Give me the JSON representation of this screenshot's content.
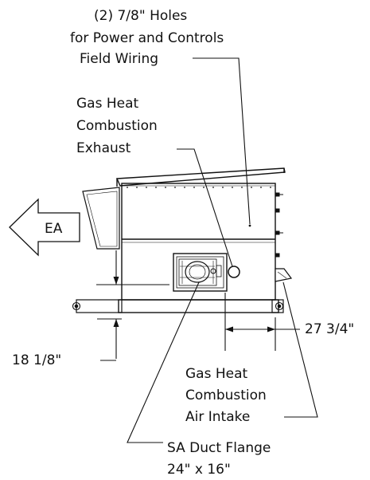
{
  "callouts": {
    "holes": {
      "line1": "(2) 7/8\" Holes",
      "line2": "for Power and Controls",
      "line3": "Field Wiring"
    },
    "exhaust": {
      "line1": "Gas Heat",
      "line2": "Combustion",
      "line3": "Exhaust"
    },
    "ea_arrow": "EA",
    "height_dim": "18 1/8\"",
    "width_dim": "27 3/4\"",
    "intake": {
      "line1": "Gas Heat",
      "line2": "Combustion",
      "line3": "Air Intake"
    },
    "duct": {
      "line1": "SA Duct Flange",
      "line2": "24\" x 16\""
    }
  }
}
